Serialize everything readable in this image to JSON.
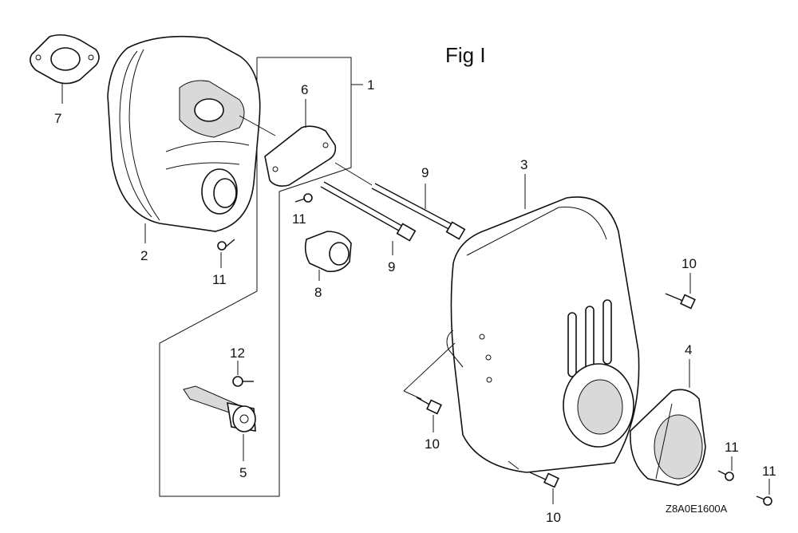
{
  "figure": {
    "title": "Fig I",
    "code": "Z8A0E1600A"
  },
  "callouts": [
    {
      "id": "c1",
      "text": "1"
    },
    {
      "id": "c2",
      "text": "2"
    },
    {
      "id": "c3",
      "text": "3"
    },
    {
      "id": "c4",
      "text": "4"
    },
    {
      "id": "c5",
      "text": "5"
    },
    {
      "id": "c6",
      "text": "6"
    },
    {
      "id": "c7",
      "text": "7"
    },
    {
      "id": "c8",
      "text": "8"
    },
    {
      "id": "c9a",
      "text": "9"
    },
    {
      "id": "c9b",
      "text": "9"
    },
    {
      "id": "c10a",
      "text": "10"
    },
    {
      "id": "c10b",
      "text": "10"
    },
    {
      "id": "c10c",
      "text": "10"
    },
    {
      "id": "c11a",
      "text": "11"
    },
    {
      "id": "c11b",
      "text": "11"
    },
    {
      "id": "c11c",
      "text": "11"
    },
    {
      "id": "c11d",
      "text": "11"
    },
    {
      "id": "c12",
      "text": "12"
    }
  ]
}
